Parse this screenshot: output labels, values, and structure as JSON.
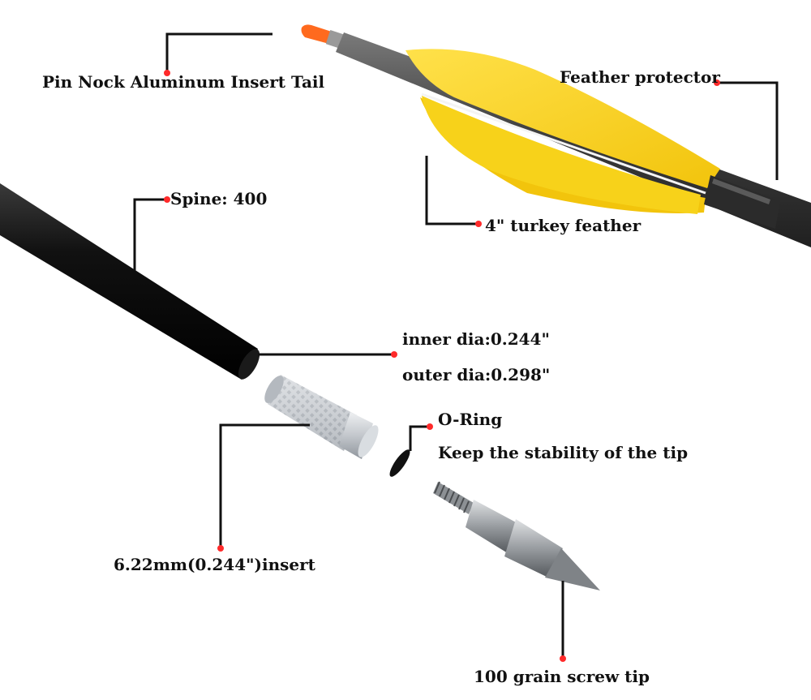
{
  "labels": {
    "nock_tail": "Pin Nock Aluminum Insert Tail",
    "feather_protector": "Feather protector",
    "turkey_feather": "4\" turkey feather",
    "spine": "Spine: 400",
    "inner_dia": "inner dia:0.244\"",
    "outer_dia": "outer dia:0.298\"",
    "o_ring": "O-Ring",
    "o_ring_desc": "Keep the stability of the tip",
    "insert": "6.22mm(0.244\")insert",
    "screw_tip": "100 grain screw tip"
  },
  "colors": {
    "leader_line": "#111111",
    "leader_dot": "#ff2a2a",
    "shaft": "#0a0a0a",
    "fletch_shaft": "#4a4a4a",
    "feather": "#f7d21a",
    "feather_shade": "#e7bd08",
    "nock": "#ff6a1e",
    "aluminum": "#c9cdd2",
    "steel": "#9b9ea2"
  }
}
